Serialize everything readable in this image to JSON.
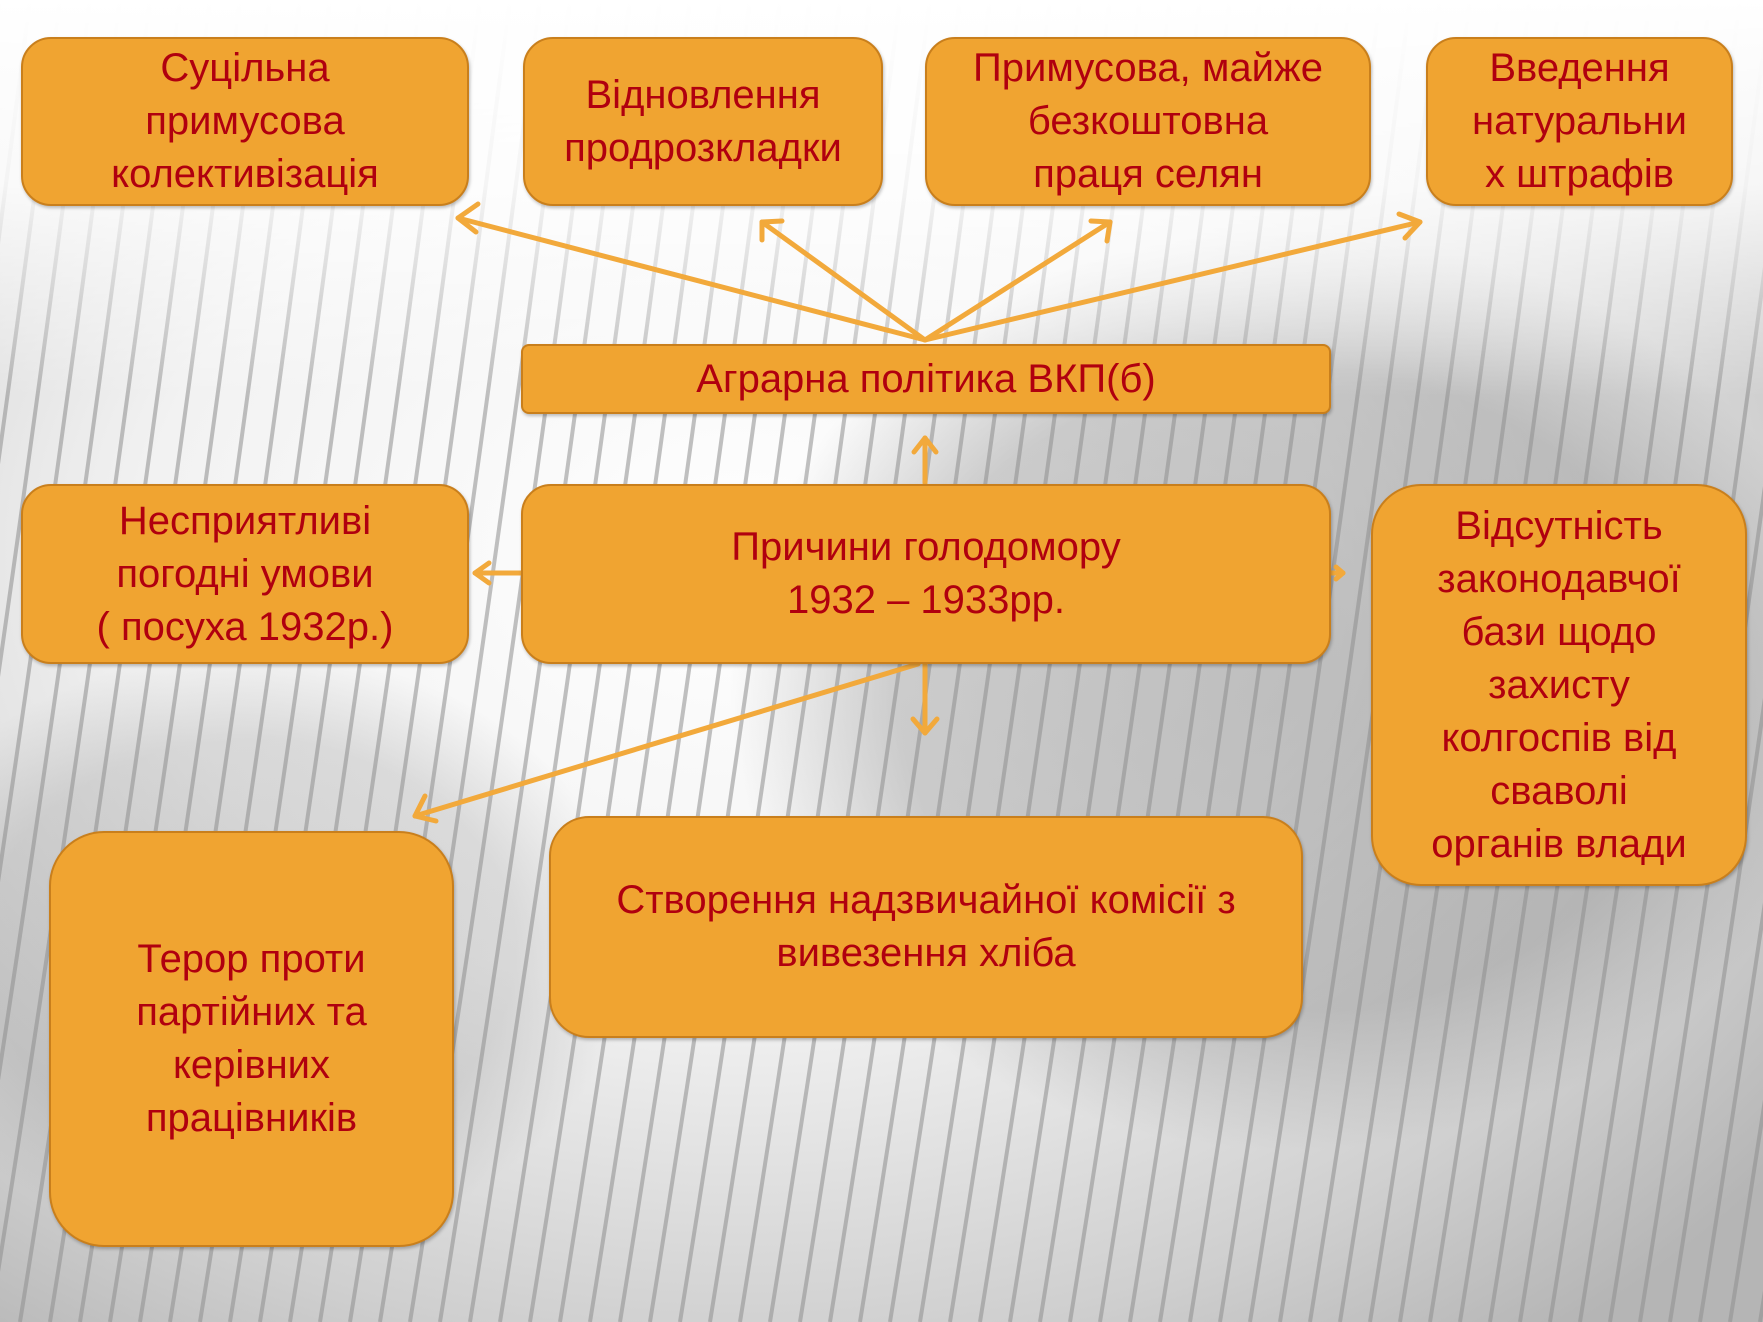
{
  "diagram": {
    "boxes": {
      "collectivization": "Суцільна\nпримусова\nколективізація",
      "prodrozkladka": "Відновлення\nпродрозкладки",
      "forced_labor": "Примусова, майже\nбезкоштовна\nпраця селян",
      "natural_fines": "Введення\nнатуральни\nх штрафів",
      "agrarian_policy": "Аграрна політика ВКП(б)",
      "weather": "Несприятливі\nпогодні умови\n( посуха 1932р.)",
      "causes": "Причини голодомору\n1932 – 1933рр.",
      "lawlessness": "Відсутність\nзаконодавчої\nбази щодо\nзахисту\nколгоспів від\nсваволі\nорганів влади",
      "terror": "Терор проти\nпартійних та\nкерівних\nпрацівників",
      "commission": "Створення надзвичайної комісії з\nвивезення хліба"
    },
    "colors": {
      "box_fill": "#f0a431",
      "box_border": "#c97f1c",
      "text": "#b0000f",
      "arrow": "#f2a93b"
    }
  }
}
